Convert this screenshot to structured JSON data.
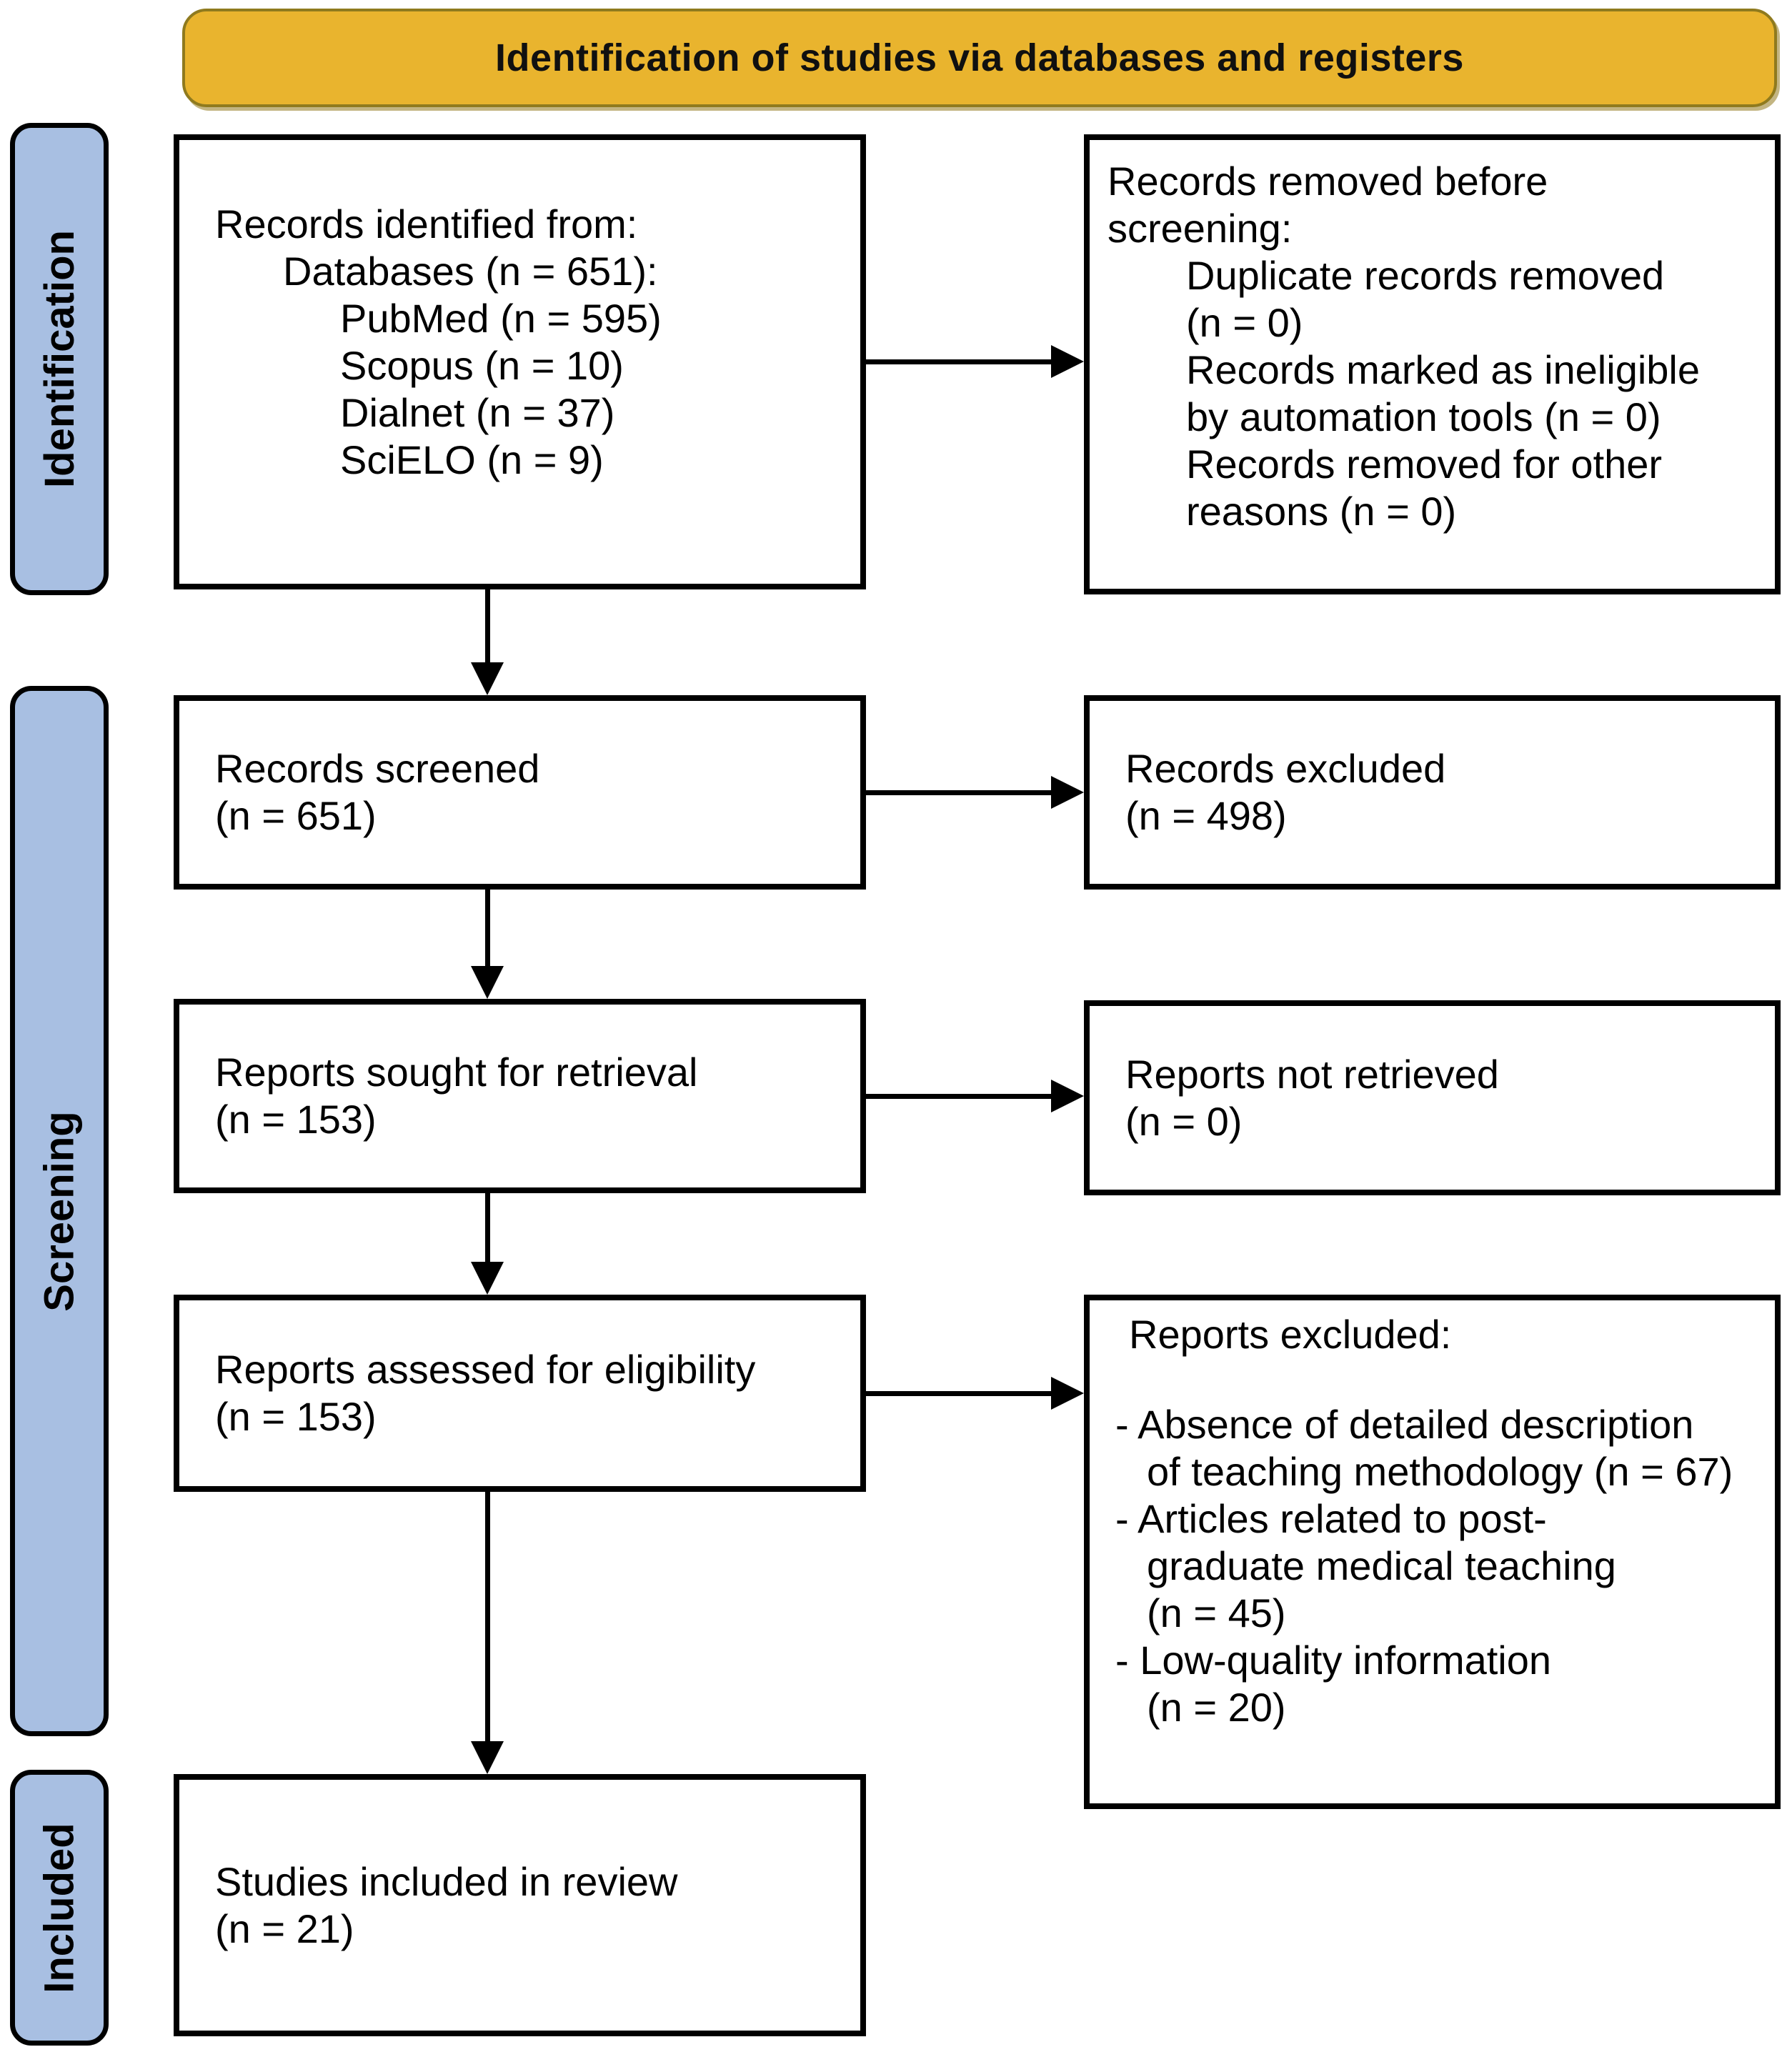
{
  "title": "Identification of studies via databases and registers",
  "colors": {
    "banner_fill": "#E9B42E",
    "banner_border": "#8F7A1E",
    "sidebar_fill": "#A8BFE2",
    "box_border": "#000000"
  },
  "sidebar": {
    "identification": "Identification",
    "screening": "Screening",
    "included": "Included"
  },
  "boxes": {
    "records_identified": {
      "lines": [
        {
          "t": "Records identified from:",
          "c": "lvl0"
        },
        {
          "t": "Databases (n = 651):",
          "c": "lvl1"
        },
        {
          "t": "PubMed (n = 595)",
          "c": "lvl2"
        },
        {
          "t": "Scopus (n = 10)",
          "c": "lvl2"
        },
        {
          "t": "Dialnet (n = 37)",
          "c": "lvl2"
        },
        {
          "t": "SciELO (n = 9)",
          "c": "lvl2"
        }
      ]
    },
    "records_removed": {
      "lines": [
        {
          "t": "Records removed before",
          "c": "lvl0"
        },
        {
          "t": "screening:",
          "c": "lvl0"
        },
        {
          "t": "Duplicate records removed",
          "c": "lvl1"
        },
        {
          "t": "(n = 0)",
          "c": "lvl1"
        },
        {
          "t": "Records marked as ineligible",
          "c": "lvl1"
        },
        {
          "t": "by automation tools (n = 0)",
          "c": "lvl1"
        },
        {
          "t": "Records removed for other",
          "c": "lvl1"
        },
        {
          "t": "reasons (n = 0)",
          "c": "lvl1"
        }
      ]
    },
    "records_screened": {
      "lines": [
        {
          "t": "Records screened",
          "c": "lvl0"
        },
        {
          "t": "(n = 651)",
          "c": "lvl0"
        }
      ]
    },
    "records_excluded": {
      "lines": [
        {
          "t": "Records excluded",
          "c": "lvl0"
        },
        {
          "t": "(n = 498)",
          "c": "lvl0"
        }
      ]
    },
    "reports_sought": {
      "lines": [
        {
          "t": "Reports sought for retrieval",
          "c": "lvl0"
        },
        {
          "t": "(n = 153)",
          "c": "lvl0"
        }
      ]
    },
    "reports_not_retrieved": {
      "lines": [
        {
          "t": "Reports not retrieved",
          "c": "lvl0"
        },
        {
          "t": "(n = 0)",
          "c": "lvl0"
        }
      ]
    },
    "reports_assessed": {
      "lines": [
        {
          "t": "Reports assessed for eligibility",
          "c": "lvl0"
        },
        {
          "t": "(n = 153)",
          "c": "lvl0"
        }
      ]
    },
    "reports_excluded": {
      "lines": [
        {
          "t": "Reports excluded:",
          "c": "lvl0"
        },
        {
          "t": "",
          "c": "blank"
        },
        {
          "t": "- Absence of detailed description",
          "c": "item"
        },
        {
          "t": "of teaching methodology (n = 67)",
          "c": "cont"
        },
        {
          "t": "- Articles related to post-",
          "c": "item"
        },
        {
          "t": "graduate medical teaching",
          "c": "cont"
        },
        {
          "t": "(n = 45)",
          "c": "cont"
        },
        {
          "t": "- Low-quality information",
          "c": "item"
        },
        {
          "t": "(n = 20)",
          "c": "cont"
        }
      ]
    },
    "studies_included": {
      "lines": [
        {
          "t": "Studies included in review",
          "c": "lvl0"
        },
        {
          "t": "(n = 21)",
          "c": "lvl0"
        }
      ]
    }
  }
}
